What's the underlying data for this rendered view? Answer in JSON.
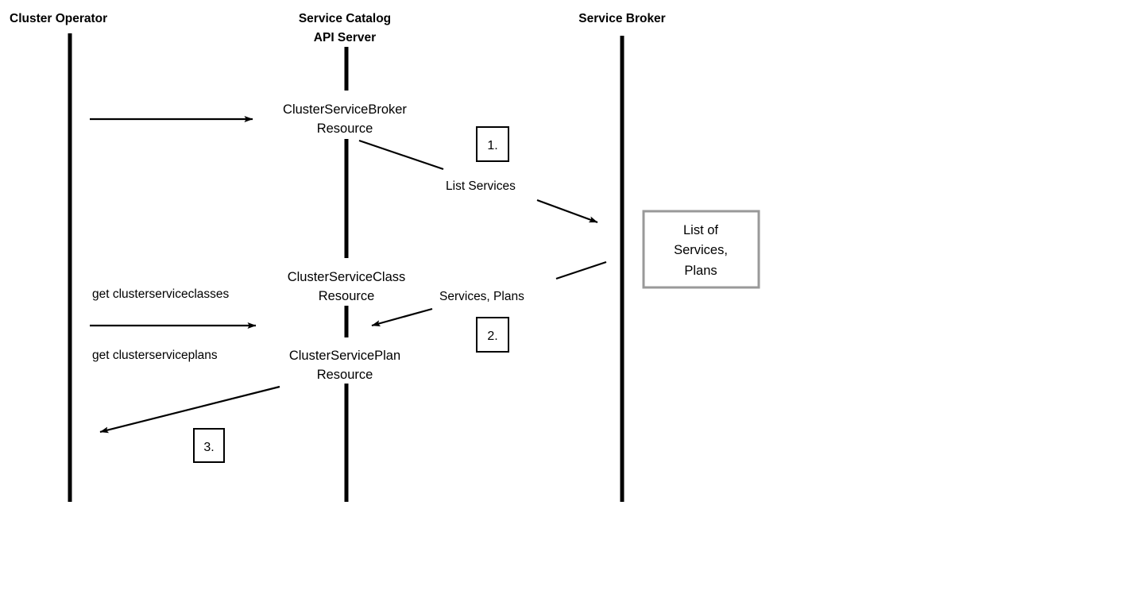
{
  "diagram": {
    "kind": "sequence-diagram",
    "background_color": "#ffffff",
    "line_color": "#000000",
    "note_border_color": "#999999",
    "actors": [
      {
        "id": "cluster-operator",
        "title": "Cluster Operator"
      },
      {
        "id": "service-catalog-api-server",
        "title_line1": "Service Catalog",
        "title_line2": "API Server"
      },
      {
        "id": "service-broker",
        "title": "Service Broker"
      }
    ],
    "resources": [
      {
        "id": "clusterservicebroker",
        "line1": "ClusterServiceBroker",
        "line2": "Resource"
      },
      {
        "id": "clusterserviceclass",
        "line1": "ClusterServiceClass",
        "line2": "Resource"
      },
      {
        "id": "clusterserviceplan",
        "line1": "ClusterServicePlan",
        "line2": "Resource"
      }
    ],
    "messages": [
      {
        "id": "create-broker",
        "label": ""
      },
      {
        "id": "list-services",
        "label": "List Services",
        "step": "1."
      },
      {
        "id": "services-plans",
        "label": "Services, Plans",
        "step": "2."
      },
      {
        "id": "get-clusterserviceclasses",
        "label": "get clusterserviceclasses"
      },
      {
        "id": "get-clusterserviceplans",
        "label": "get clusterserviceplans"
      },
      {
        "id": "return-to-operator",
        "label": "",
        "step": "3."
      }
    ],
    "steps": [
      {
        "id": "step-1",
        "label": "1."
      },
      {
        "id": "step-2",
        "label": "2."
      },
      {
        "id": "step-3",
        "label": "3."
      }
    ],
    "note": {
      "id": "list-of-services-plans",
      "line1": "List of",
      "line2": "Services,",
      "line3": "Plans"
    }
  }
}
